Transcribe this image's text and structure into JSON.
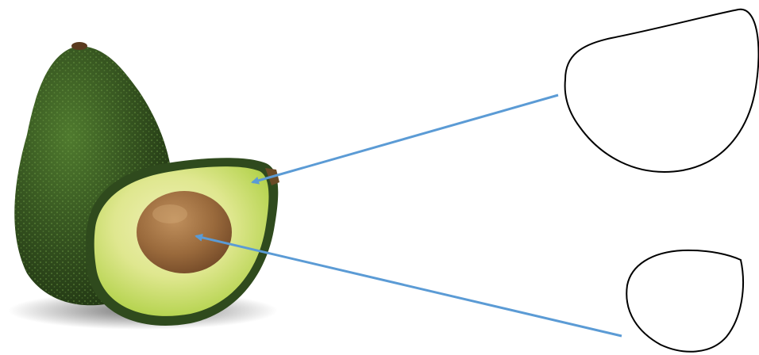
{
  "diagram": {
    "illustration": "avocado-whole-and-halved",
    "callouts": [
      {
        "id": "flesh",
        "target": "avocado-flesh",
        "label": ""
      },
      {
        "id": "pit",
        "target": "avocado-pit",
        "label": ""
      }
    ]
  },
  "colors": {
    "arrow": "#5b9bd5",
    "outline": "#000000",
    "skin_dark": "#2f4a1d",
    "skin_mid": "#3f6426",
    "flesh_yellow": "#e8eb9a",
    "flesh_green": "#a8cc46",
    "pit_brown": "#9a6a3c"
  }
}
